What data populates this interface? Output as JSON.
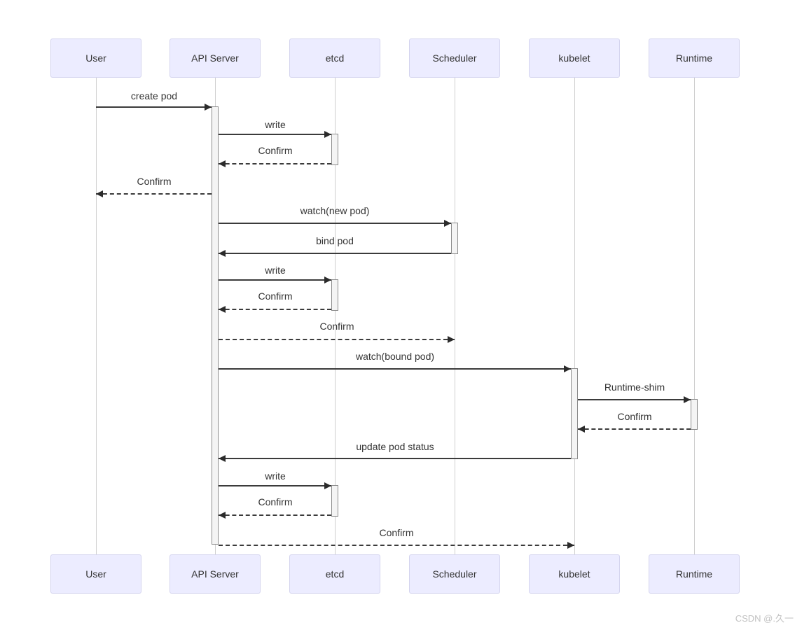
{
  "diagram": {
    "type": "sequence",
    "actors": [
      {
        "name": "User"
      },
      {
        "name": "API Server"
      },
      {
        "name": "etcd"
      },
      {
        "name": "Scheduler"
      },
      {
        "name": "kubelet"
      },
      {
        "name": "Runtime"
      }
    ],
    "messages": [
      {
        "label": "create pod",
        "from": "User",
        "to": "API Server",
        "line": "solid"
      },
      {
        "label": "write",
        "from": "API Server",
        "to": "etcd",
        "line": "solid"
      },
      {
        "label": "Confirm",
        "from": "etcd",
        "to": "API Server",
        "line": "dashed"
      },
      {
        "label": "Confirm",
        "from": "API Server",
        "to": "User",
        "line": "dashed"
      },
      {
        "label": "watch(new pod)",
        "from": "API Server",
        "to": "Scheduler",
        "line": "solid"
      },
      {
        "label": "bind pod",
        "from": "Scheduler",
        "to": "API Server",
        "line": "solid"
      },
      {
        "label": "write",
        "from": "API Server",
        "to": "etcd",
        "line": "solid"
      },
      {
        "label": "Confirm",
        "from": "etcd",
        "to": "API Server",
        "line": "dashed"
      },
      {
        "label": "Confirm",
        "from": "API Server",
        "to": "Scheduler",
        "line": "dashed"
      },
      {
        "label": "watch(bound pod)",
        "from": "API Server",
        "to": "kubelet",
        "line": "solid"
      },
      {
        "label": "Runtime-shim",
        "from": "kubelet",
        "to": "Runtime",
        "line": "solid"
      },
      {
        "label": "Confirm",
        "from": "Runtime",
        "to": "kubelet",
        "line": "dashed"
      },
      {
        "label": "update pod status",
        "from": "kubelet",
        "to": "API Server",
        "line": "solid"
      },
      {
        "label": "write",
        "from": "API Server",
        "to": "etcd",
        "line": "solid"
      },
      {
        "label": "Confirm",
        "from": "etcd",
        "to": "API Server",
        "line": "dashed"
      },
      {
        "label": "Confirm",
        "from": "API Server",
        "to": "kubelet",
        "line": "dashed"
      }
    ],
    "activations": [
      {
        "actor": "API Server"
      },
      {
        "actor": "etcd"
      },
      {
        "actor": "Scheduler"
      },
      {
        "actor": "etcd"
      },
      {
        "actor": "kubelet"
      },
      {
        "actor": "Runtime"
      },
      {
        "actor": "etcd"
      }
    ],
    "colors": {
      "actor_fill": "#ECECFF",
      "actor_border": "#d4d4ee",
      "lifeline": "#cfcfcf",
      "activation_fill": "#f4f4f4",
      "activation_border": "#8c8c8c",
      "message": "#3b3b3b",
      "text": "#333333"
    }
  },
  "watermark": {
    "text": "CSDN @.久一"
  }
}
